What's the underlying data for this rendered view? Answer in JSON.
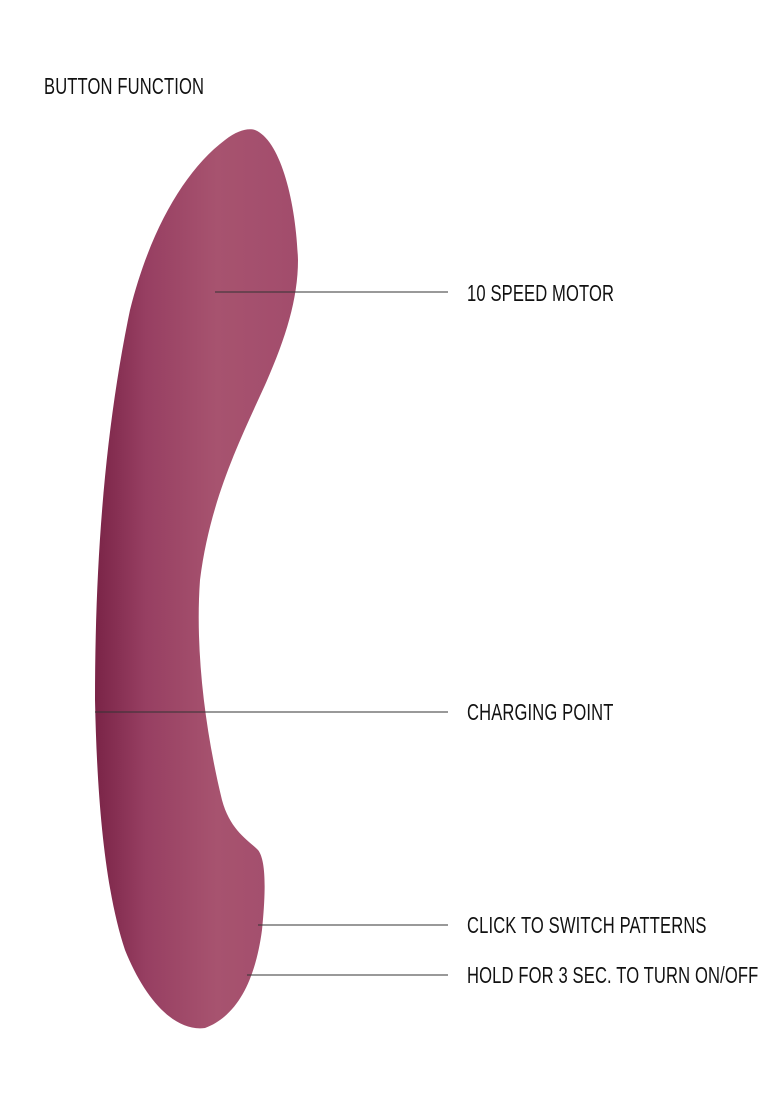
{
  "title": "BUTTON FUNCTION",
  "labels": {
    "motor": "10 SPEED MOTOR",
    "charging": "CHARGING POINT",
    "click": "CLICK TO SWITCH PATTERNS",
    "hold": "HOLD FOR 3 SEC. TO TURN ON/OFF"
  },
  "colors": {
    "product": "#a34f6f",
    "product_dark": "#7a2447",
    "line": "#333333"
  }
}
